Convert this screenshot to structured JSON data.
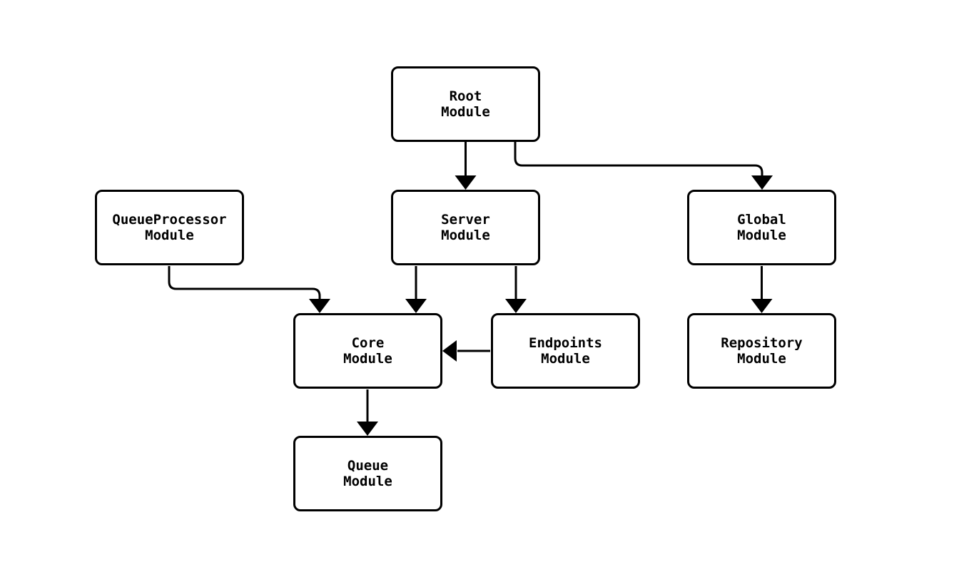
{
  "diagram": {
    "type": "module-dependency-flowchart",
    "direction": "top-down",
    "colors": {
      "background": "#ffffff",
      "node_fill": "#ffffff",
      "node_stroke": "#000000",
      "edge_stroke": "#000000",
      "text": "#000000"
    },
    "nodes": [
      {
        "id": "root",
        "line1": "Root",
        "line2": "Module"
      },
      {
        "id": "queueProcessor",
        "line1": "QueueProcessor",
        "line2": "Module"
      },
      {
        "id": "server",
        "line1": "Server",
        "line2": "Module"
      },
      {
        "id": "global",
        "line1": "Global",
        "line2": "Module"
      },
      {
        "id": "core",
        "line1": "Core",
        "line2": "Module"
      },
      {
        "id": "endpoints",
        "line1": "Endpoints",
        "line2": "Module"
      },
      {
        "id": "repository",
        "line1": "Repository",
        "line2": "Module"
      },
      {
        "id": "queue",
        "line1": "Queue",
        "line2": "Module"
      }
    ],
    "edges": [
      {
        "from": "Root Module",
        "to": "Server Module"
      },
      {
        "from": "Root Module",
        "to": "Global Module"
      },
      {
        "from": "QueueProcessor Module",
        "to": "Core Module"
      },
      {
        "from": "Server Module",
        "to": "Core Module"
      },
      {
        "from": "Server Module",
        "to": "Endpoints Module"
      },
      {
        "from": "Endpoints Module",
        "to": "Core Module"
      },
      {
        "from": "Global Module",
        "to": "Repository Module"
      },
      {
        "from": "Core Module",
        "to": "Queue Module"
      }
    ]
  }
}
